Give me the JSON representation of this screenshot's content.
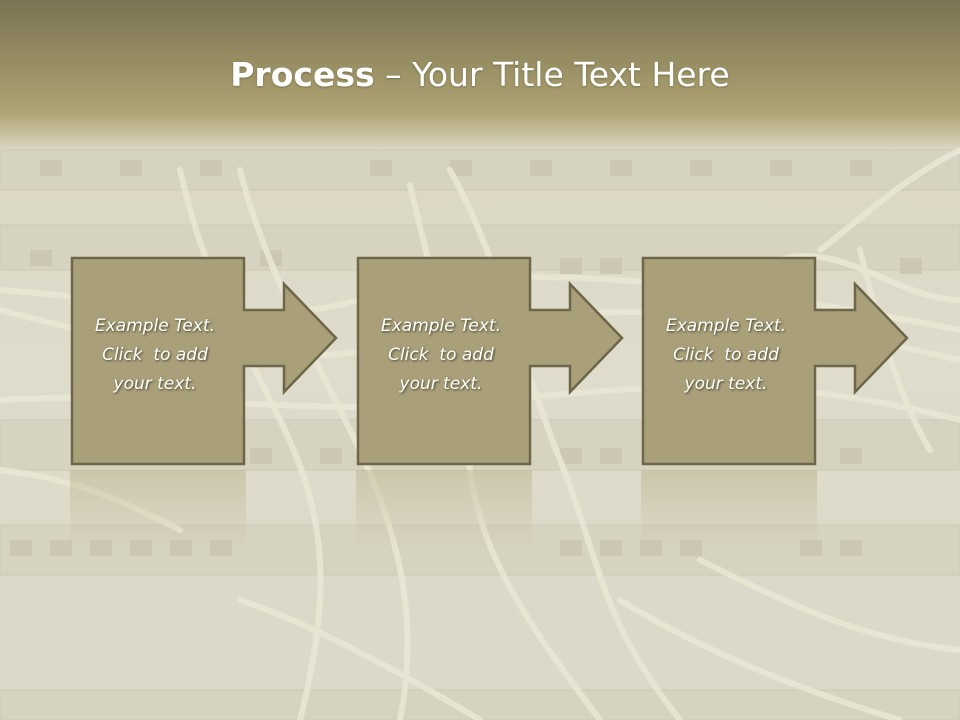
{
  "slide": {
    "title_bold": "Process",
    "title_rest": " – Your Title Text Here"
  },
  "steps": [
    {
      "line1": "Example Text.",
      "line2": "Click  to add",
      "line3": "your text."
    },
    {
      "line1": "Example Text.",
      "line2": "Click  to add",
      "line3": "your text."
    },
    {
      "line1": "Example Text.",
      "line2": "Click  to add",
      "line3": "your text."
    }
  ],
  "colors": {
    "title_band": "#968d63",
    "box_fill": "#a9a07a",
    "box_border": "#6d6648",
    "text": "#ffffff"
  },
  "icons": [
    "right-arrow-icon"
  ]
}
